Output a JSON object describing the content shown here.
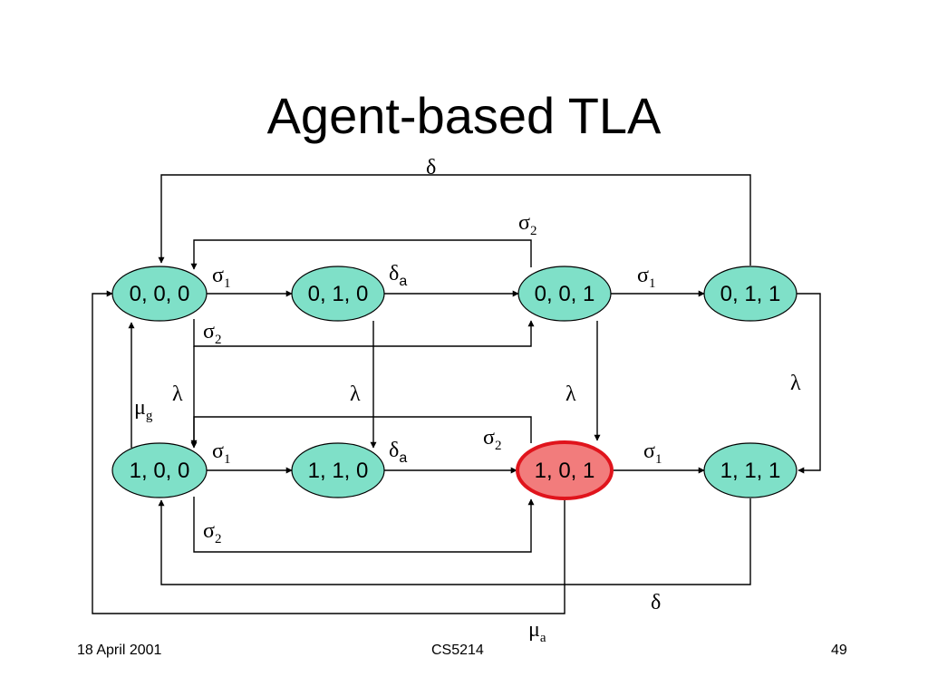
{
  "slide": {
    "title": "Agent-based TLA",
    "footer_left": "18 April 2001",
    "footer_center": "CS5214",
    "footer_right": "49"
  },
  "colors": {
    "node_fill": "#7fe0c8",
    "highlight_fill": "#f27c7c",
    "highlight_stroke": "#e0141c",
    "line": "#000000"
  },
  "nodes": {
    "n000": "0, 0, 0",
    "n010": "0, 1, 0",
    "n001": "0, 0, 1",
    "n011": "0, 1, 1",
    "n100": "1, 0, 0",
    "n110": "1, 1, 0",
    "n101": "1, 0, 1",
    "n111": "1, 1, 1"
  },
  "labels": {
    "delta_top": "δ",
    "sigma2_top": "σ",
    "sigma2_top_sub": "2",
    "sigma1_a": "σ",
    "sigma1_a_sub": "1",
    "deltaa_a": "δ",
    "deltaa_a_sub": "a",
    "sigma1_b": "σ",
    "sigma1_b_sub": "1",
    "sigma2_row1": "σ",
    "sigma2_row1_sub": "2",
    "lambda_1": "λ",
    "lambda_2": "λ",
    "lambda_3": "λ",
    "lambda_4": "λ",
    "mu_g": "μ",
    "mu_g_sub": "g",
    "sigma2_mid": "σ",
    "sigma2_mid_sub": "2",
    "sigma1_c": "σ",
    "sigma1_c_sub": "1",
    "deltaa_b": "δ",
    "deltaa_b_sub": "a",
    "sigma1_d": "σ",
    "sigma1_d_sub": "1",
    "sigma2_row2": "σ",
    "sigma2_row2_sub": "2",
    "delta_bottom": "δ",
    "mu_a": "μ",
    "mu_a_sub": "a"
  }
}
